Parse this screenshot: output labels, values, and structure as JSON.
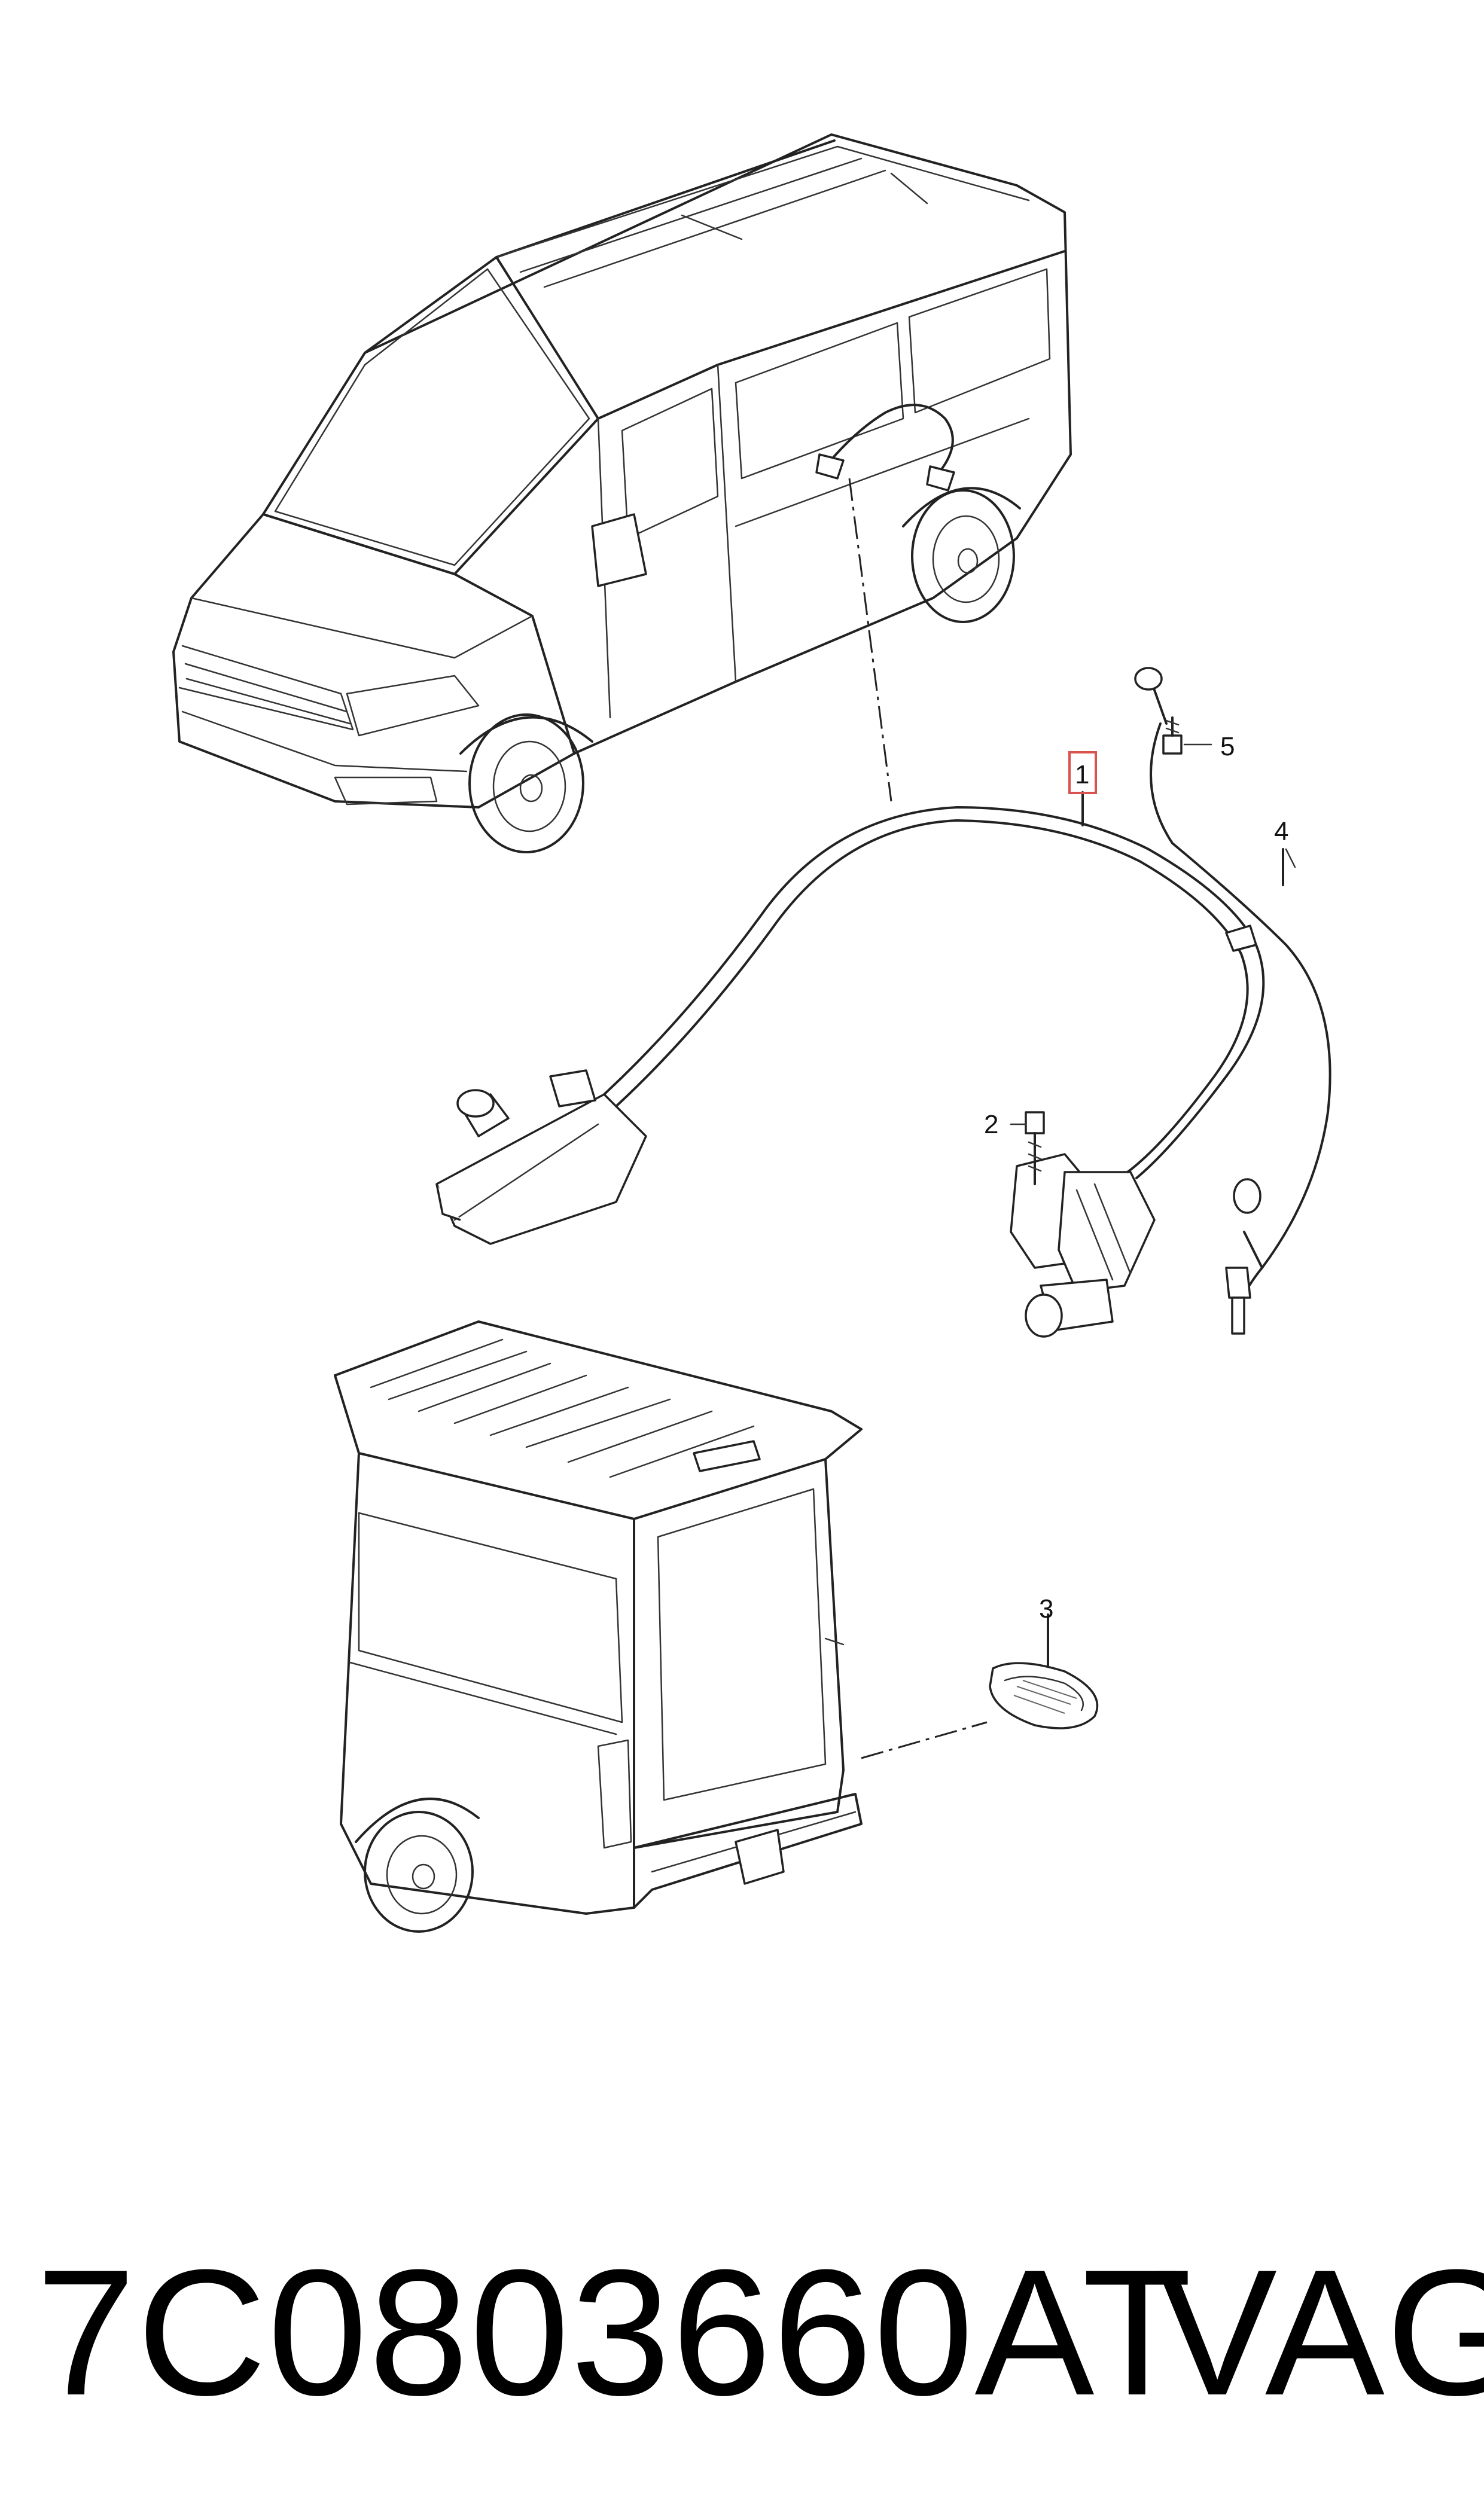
{
  "callouts": {
    "c1": "1",
    "c2": "2",
    "c3": "3",
    "c4": "4",
    "c5": "5"
  },
  "highlight_color": "#d9534f",
  "footer": {
    "part_number": "7C0803660AT",
    "brand": "VAG"
  }
}
